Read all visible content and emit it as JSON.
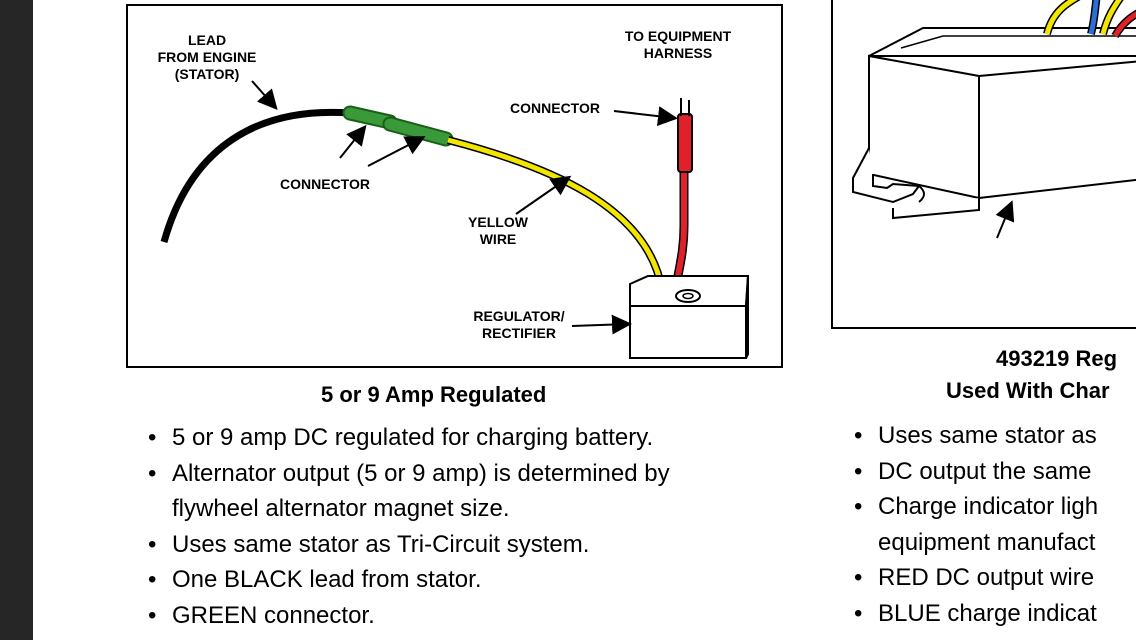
{
  "left_figure": {
    "labels": {
      "lead_from_engine": "LEAD\nFROM ENGINE\n(STATOR)",
      "to_equipment_harness": "TO EQUIPMENT\nHARNESS",
      "connector_top": "CONNECTOR",
      "connector_bottom": "CONNECTOR",
      "yellow_wire": "YELLOW\nWIRE",
      "regulator_rectifier": "REGULATOR/\nRECTIFIER"
    },
    "caption": "5 or 9 Amp Regulated",
    "bullets": [
      "5 or 9 amp DC regulated for charging battery.",
      "Alternator output (5 or 9 amp) is determined by\nflywheel alternator magnet size.",
      "Uses same stator as Tri-Circuit system.",
      "One BLACK lead from stator.",
      "GREEN connector."
    ],
    "colors": {
      "black_lead": "#000000",
      "green_connector": "#2e8b2e",
      "yellow_wire": "#f2e600",
      "red_wire": "#e0202a"
    }
  },
  "right_figure": {
    "caption_line1": "493219 Reg",
    "caption_line2": "Used With Char",
    "bullets": [
      "Uses same stator as",
      "DC output the same",
      "Charge indicator ligh\nequipment manufact",
      "RED DC output wire",
      "BLUE charge indicat"
    ]
  },
  "bullet_symbol": "•"
}
